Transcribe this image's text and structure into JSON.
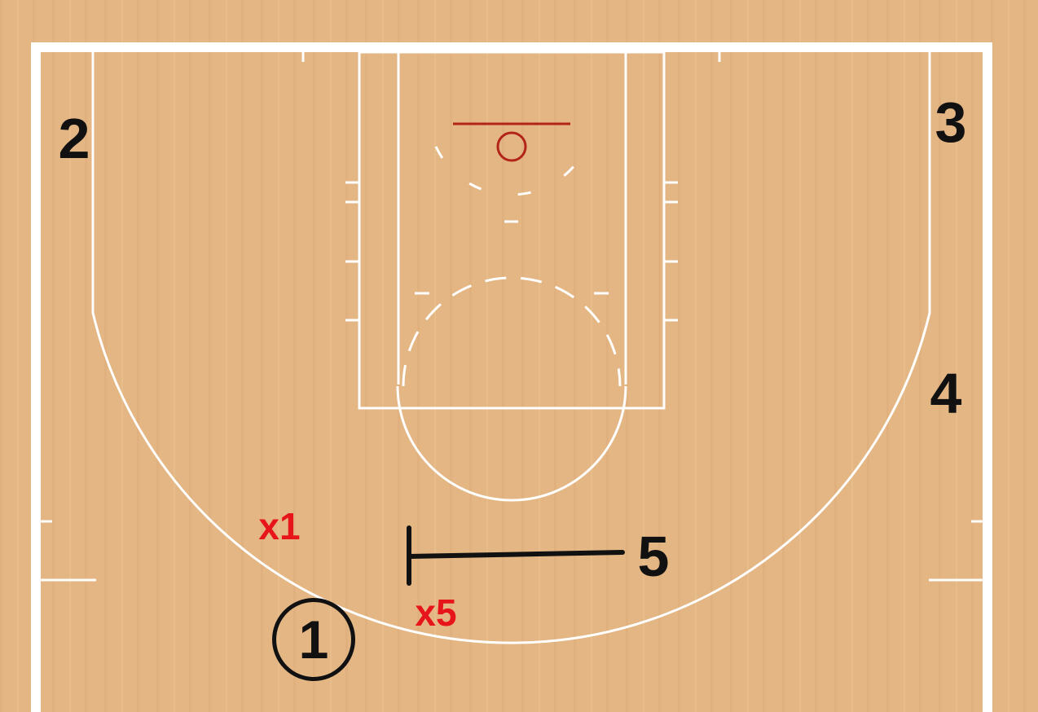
{
  "court": {
    "floor_color": "#e3b684",
    "line_color": "#ffffff",
    "rim_color": "#b32418"
  },
  "offense": {
    "color": "#111111",
    "players": [
      {
        "id": "p1",
        "label": "1",
        "has_ball": true
      },
      {
        "id": "p2",
        "label": "2"
      },
      {
        "id": "p3",
        "label": "3"
      },
      {
        "id": "p4",
        "label": "4"
      },
      {
        "id": "p5",
        "label": "5"
      }
    ]
  },
  "defense": {
    "color": "#e8141c",
    "players": [
      {
        "id": "x1",
        "label": "x1"
      },
      {
        "id": "x5",
        "label": "x5"
      }
    ]
  },
  "actions": [
    {
      "type": "screen",
      "by": "5",
      "on": "x5"
    }
  ]
}
